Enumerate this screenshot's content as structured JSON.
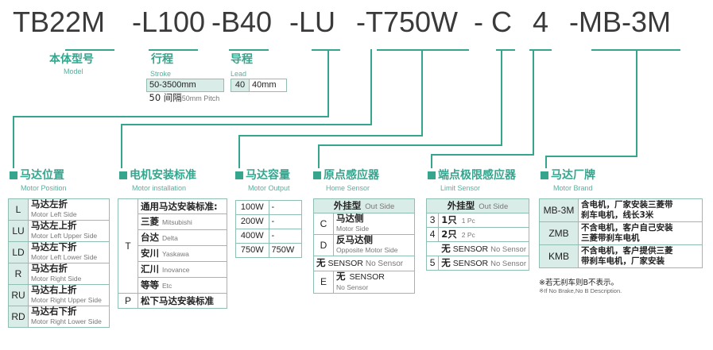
{
  "code": [
    "TB22M",
    "-L100",
    "-B40",
    "-LU",
    "-T750W",
    "- C",
    "4",
    "-MB-3M"
  ],
  "model": {
    "zh": "本体型号",
    "en": "Model"
  },
  "stroke": {
    "zh": "行程",
    "en": "Stroke",
    "range": "50-3500mm",
    "pitch_zh": "50 间隔",
    "pitch_en": "50mm Pitch"
  },
  "lead": {
    "zh": "导程",
    "en": "Lead",
    "code": "40",
    "value": "40mm"
  },
  "motor_position": {
    "zh": "马达位置",
    "en": "Motor Position",
    "rows": [
      {
        "k": "L",
        "zh": "马达左折",
        "en": "Motor Left Side"
      },
      {
        "k": "LU",
        "zh": "马达左上折",
        "en": "Motor Left Upper Side"
      },
      {
        "k": "LD",
        "zh": "马达左下折",
        "en": "Motor Left Lower Side"
      },
      {
        "k": "R",
        "zh": "马达右折",
        "en": "Motor Right Side"
      },
      {
        "k": "RU",
        "zh": "马达右上折",
        "en": "Motor Right Upper Side"
      },
      {
        "k": "RD",
        "zh": "马达右下折",
        "en": "Motor Right Lower Side"
      }
    ]
  },
  "motor_install": {
    "zh": "电机安装标准",
    "en": "Motor installation",
    "t_key": "T",
    "t_label": "通用马达安装标准:",
    "brands": [
      {
        "zh": "三菱",
        "en": "Mitsubishi"
      },
      {
        "zh": "台达",
        "en": "Delta"
      },
      {
        "zh": "安川",
        "en": "Yaskawa"
      },
      {
        "zh": "汇川",
        "en": "Inovance"
      },
      {
        "zh": "等等",
        "en": "Etc"
      }
    ],
    "p_key": "P",
    "p_label": "松下马达安装标准"
  },
  "motor_output": {
    "zh": "马达容量",
    "en": "Motor Output",
    "rows": [
      {
        "k": "100W",
        "v": "-"
      },
      {
        "k": "200W",
        "v": "-"
      },
      {
        "k": "400W",
        "v": "-"
      },
      {
        "k": "750W",
        "v": "750W"
      }
    ]
  },
  "home_sensor": {
    "zh": "原点感应器",
    "en": "Home Sensor",
    "header_zh": "外挂型",
    "header_en": "Out Side",
    "rows": [
      {
        "k": "C",
        "zh": "马达侧",
        "en": "Motor Side"
      },
      {
        "k": "D",
        "zh": "反马达侧",
        "en": "Opposite Motor Side"
      }
    ],
    "none_zh": "无",
    "none_sensor": "SENSOR",
    "none_en": "No Sensor",
    "e_key": "E",
    "e_zh": "无",
    "e_sensor": "SENSOR",
    "e_en": "No Sensor"
  },
  "limit_sensor": {
    "zh": "端点极限感应器",
    "en": "Limit Sensor",
    "header_zh": "外挂型",
    "header_en": "Out Side",
    "rows": [
      {
        "k": "3",
        "zh": "1只",
        "en": "1 Pc"
      },
      {
        "k": "4",
        "zh": "2只",
        "en": "2 Pc"
      }
    ],
    "none_zh": "无",
    "none_sensor": "SENSOR",
    "none_en": "No Sensor",
    "k5": "5",
    "k5_zh": "无",
    "k5_sensor": "SENSOR",
    "k5_en": "No Sensor"
  },
  "motor_brand": {
    "zh": "马达厂牌",
    "en": "Motor Brand",
    "rows": [
      {
        "k": "MB-3M",
        "v1": "含电机，厂家安装三菱带",
        "v2": "刹车电机，线长3米"
      },
      {
        "k": "ZMB",
        "v1": "不含电机，客户自己安装",
        "v2": "三菱带刹车电机"
      },
      {
        "k": "KMB",
        "v1": "不含电机，客户提供三菱",
        "v2": "带刹车电机，厂家安装"
      }
    ],
    "note_zh": "※若无刹车则B不表示。",
    "note_en": "※If No Brake,No B Description."
  },
  "colors": {
    "accent": "#35a58e",
    "header_bg": "#d9ece7",
    "border": "#8fbfb3"
  }
}
